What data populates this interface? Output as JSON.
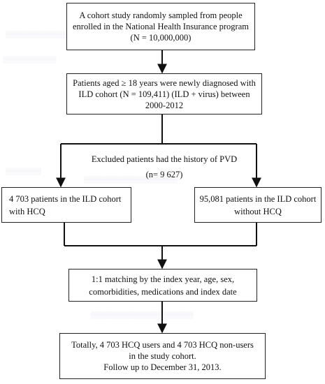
{
  "flowchart": {
    "box1": [
      "A cohort study randomly sampled from people",
      "enrolled in the National Health Insurance program",
      "(N = 10,000,000)"
    ],
    "box2": [
      "Patients aged ≥ 18 years were newly diagnosed with",
      "ILD cohort (N = 109,411) (ILD + virus) between",
      "2000-2012"
    ],
    "excluded": [
      "Excluded patients had the history of PVD",
      "(n= 9 627)"
    ],
    "box_left": [
      "4 703 patients in the ILD cohort",
      "with HCQ"
    ],
    "box_right": [
      "95,081 patients in the ILD cohort",
      "without HCQ"
    ],
    "box_match": [
      "1:1 matching by the index year, age, sex,",
      "comorbidities, medications and index date"
    ],
    "box_final": [
      "Totally, 4 703 HCQ users and 4 703 HCQ non-users",
      "in the study cohort.",
      "Follow up to December 31, 2013."
    ]
  }
}
